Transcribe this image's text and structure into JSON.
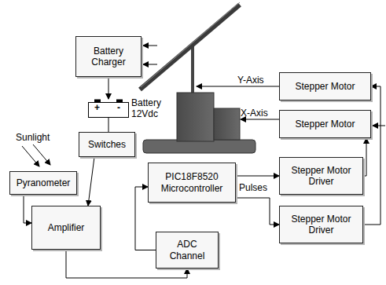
{
  "diagram": {
    "nodes": [
      {
        "text": [
          "Battery Charger"
        ]
      },
      {
        "text": [
          "+",
          "-",
          "Battery 12Vdc"
        ]
      },
      {
        "text": [
          "Stepper Motor"
        ]
      },
      {
        "text": [
          "Stepper Motor"
        ]
      },
      {
        "text": [
          "Switches"
        ]
      },
      {
        "text": [
          "Pyranometer"
        ]
      },
      {
        "text": [
          "PIC18F8520 Microcontroller"
        ]
      },
      {
        "text": [
          "Stepper Motor Driver"
        ]
      },
      {
        "text": [
          "Amplifier"
        ]
      },
      {
        "text": [
          "Stepper Motor Driver"
        ]
      },
      {
        "text": [
          "ADC Channel"
        ]
      }
    ],
    "edges": [
      {
        "from": 0,
        "to": 1,
        "arrow": "to"
      },
      {
        "from": 1,
        "to": 4,
        "arrow": "none"
      },
      {
        "from": 4,
        "to": 8,
        "arrow": "to"
      },
      {
        "from": 5,
        "to": 8,
        "arrow": "to"
      },
      {
        "from": 8,
        "to": 10,
        "arrow": "to"
      },
      {
        "from": 10,
        "to": 6,
        "arrow": "to"
      },
      {
        "from": 6,
        "to": 7,
        "arrow": "to"
      },
      {
        "from": 6,
        "to": 9,
        "arrow": "to"
      },
      {
        "from": 7,
        "to": 3,
        "arrow": "to"
      },
      {
        "from": 9,
        "to": 2,
        "arrow": "to"
      }
    ],
    "labels": [
      "Sunlight",
      "Y-Axis",
      "X-Axis",
      "Pulses"
    ]
  }
}
